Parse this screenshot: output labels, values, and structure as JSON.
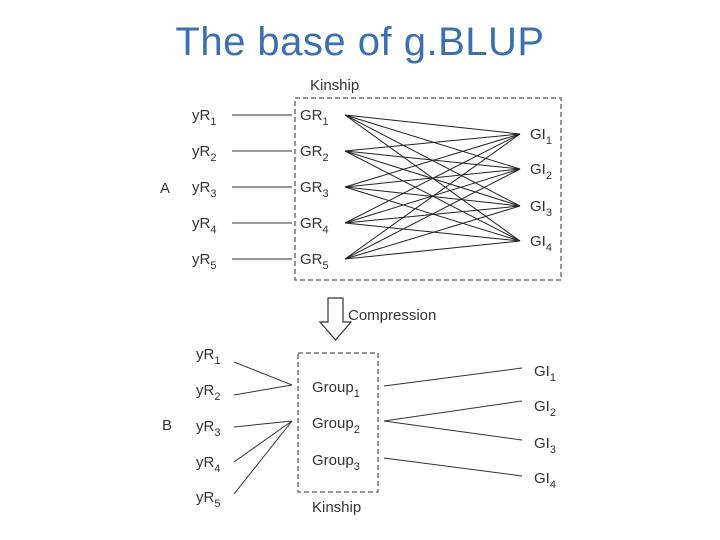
{
  "title": "The base of g.BLUP",
  "compression_label": "Compression",
  "panel_a": {
    "label": "A",
    "kinship_label": "Kinship",
    "phenotypes": [
      {
        "base": "yR",
        "sub": "1"
      },
      {
        "base": "yR",
        "sub": "2"
      },
      {
        "base": "yR",
        "sub": "3"
      },
      {
        "base": "yR",
        "sub": "4"
      },
      {
        "base": "yR",
        "sub": "5"
      }
    ],
    "genetic_relationships": [
      {
        "base": "GR",
        "sub": "1"
      },
      {
        "base": "GR",
        "sub": "2"
      },
      {
        "base": "GR",
        "sub": "3"
      },
      {
        "base": "GR",
        "sub": "4"
      },
      {
        "base": "GR",
        "sub": "5"
      }
    ],
    "genetic_individuals": [
      {
        "base": "GI",
        "sub": "1"
      },
      {
        "base": "GI",
        "sub": "2"
      },
      {
        "base": "GI",
        "sub": "3"
      },
      {
        "base": "GI",
        "sub": "4"
      }
    ]
  },
  "panel_b": {
    "label": "B",
    "kinship_label": "Kinship",
    "phenotypes": [
      {
        "base": "yR",
        "sub": "1"
      },
      {
        "base": "yR",
        "sub": "2"
      },
      {
        "base": "yR",
        "sub": "3"
      },
      {
        "base": "yR",
        "sub": "4"
      },
      {
        "base": "yR",
        "sub": "5"
      }
    ],
    "groups": [
      {
        "base": "Group",
        "sub": "1"
      },
      {
        "base": "Group",
        "sub": "2"
      },
      {
        "base": "Group",
        "sub": "3"
      }
    ],
    "genetic_individuals": [
      {
        "base": "GI",
        "sub": "1"
      },
      {
        "base": "GI",
        "sub": "2"
      },
      {
        "base": "GI",
        "sub": "3"
      },
      {
        "base": "GI",
        "sub": "4"
      }
    ]
  }
}
